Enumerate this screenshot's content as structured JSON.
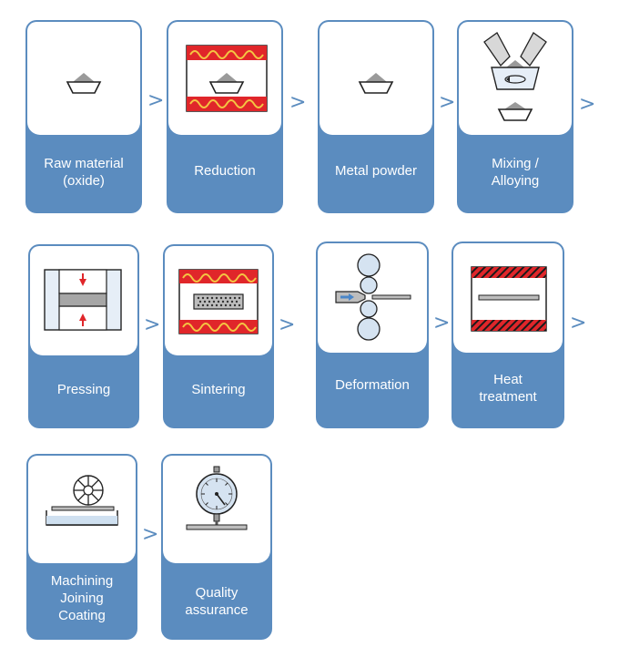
{
  "colors": {
    "card": "#5b8cbf",
    "furnace_red": "#e0262a",
    "heater_yellow": "#f4c542",
    "arrow_red": "#e0262a",
    "arrow_blue": "#4a86c8",
    "metal_gray": "#9a9a9a"
  },
  "arrow_glyph": ">",
  "steps": [
    {
      "label": "Raw material\n(oxide)",
      "icon": "powder-bowl-icon"
    },
    {
      "label": "Reduction",
      "icon": "reduction-furnace-icon"
    },
    {
      "label": "Metal powder",
      "icon": "powder-bowl-icon"
    },
    {
      "label": "Mixing /\nAlloying",
      "icon": "mixer-icon"
    },
    {
      "label": "Pressing",
      "icon": "press-die-icon"
    },
    {
      "label": "Sintering",
      "icon": "sintering-furnace-icon"
    },
    {
      "label": "Deformation",
      "icon": "rolling-mill-icon"
    },
    {
      "label": "Heat\ntreatment",
      "icon": "heat-treatment-furnace-icon"
    },
    {
      "label": "Machining\nJoining\nCoating",
      "icon": "milling-cutter-icon"
    },
    {
      "label": "Quality\nassurance",
      "icon": "dial-gauge-icon"
    }
  ]
}
